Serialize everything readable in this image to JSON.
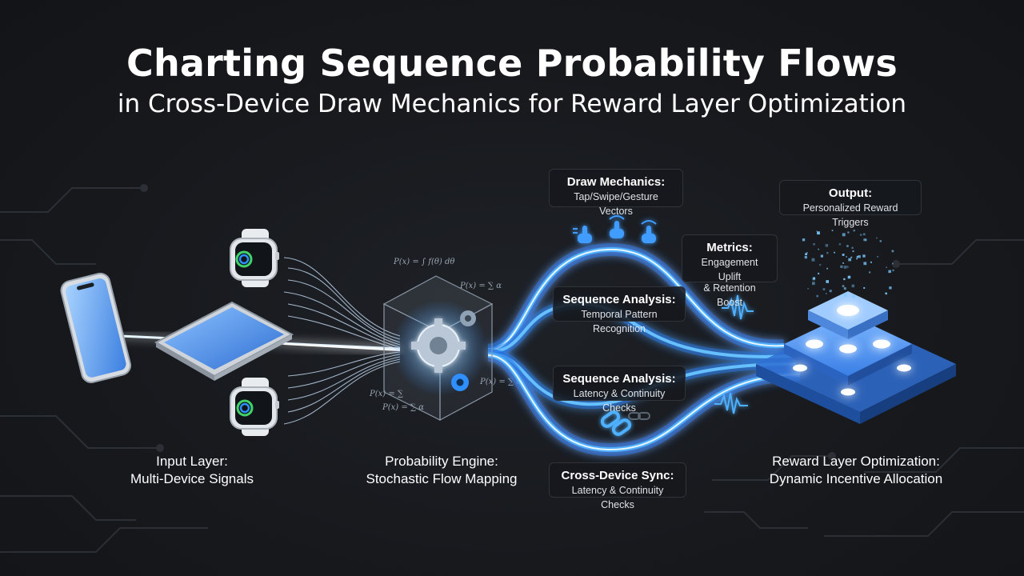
{
  "title": "Charting Sequence Probability Flows",
  "subtitle": "in Cross-Device Draw Mechanics for Reward Layer Optimization",
  "boxes": {
    "draw_mechanics": {
      "heading": "Draw Mechanics:",
      "sub": "Tap/Swipe/Gesture Vectors"
    },
    "output": {
      "heading": "Output:",
      "sub": "Personalized Reward Triggers"
    },
    "metrics": {
      "heading": "Metrics:",
      "sub1": "Engagement Uplift",
      "sub2": "& Retention Boost"
    },
    "sequence_upper": {
      "heading": "Sequence Analysis:",
      "sub": "Temporal Pattern Recognition"
    },
    "sequence_lower": {
      "heading": "Sequence Analysis:",
      "sub": "Latency & Continuity Checks"
    },
    "cross_device": {
      "heading": "Cross-Device Sync:",
      "sub": "Latency & Continuity Checks"
    }
  },
  "labels": {
    "input": {
      "heading": "Input Layer:",
      "sub": "Multi-Device Signals"
    },
    "engine": {
      "heading": "Probability Engine:",
      "sub": "Stochastic Flow Mapping"
    },
    "reward": {
      "heading": "Reward Layer Optimization:",
      "sub": "Dynamic Incentive Allocation"
    }
  },
  "formulas": {
    "f1": "P(x) = ∫ f(θ) dθ",
    "f2": "P(x) = ∑ α",
    "f3": "P(x) = ∑",
    "f4": "P(x) = ∑ α",
    "f5": "P(x) = ∑ α"
  },
  "colors": {
    "accent": "#2f8fff",
    "glow": "#7cc8ff",
    "background": "#17191d"
  },
  "icons": [
    "smartphone-icon",
    "tablet-icon",
    "smartwatch-icon",
    "gear-cube-icon",
    "tap-gesture-icon",
    "link-icon",
    "waveform-icon",
    "tiered-platform-icon"
  ]
}
